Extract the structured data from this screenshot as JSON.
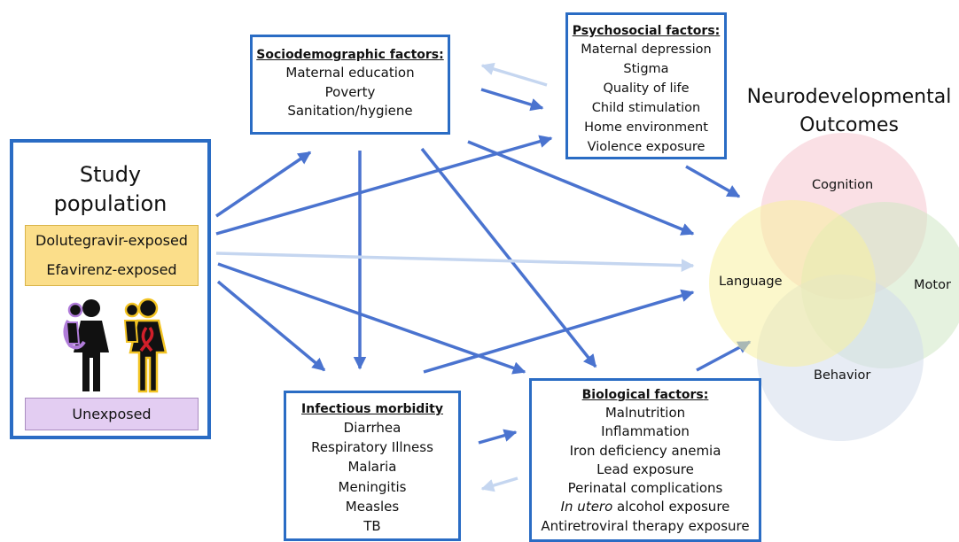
{
  "study_population": {
    "title_line1": "Study",
    "title_line2": "population",
    "exposed_groups": [
      "Dolutegravir-exposed",
      "Efavirenz-exposed"
    ],
    "unexposed": "Unexposed"
  },
  "sociodemographic": {
    "heading": "Sociodemographic factors",
    "items": [
      "Maternal education",
      "Poverty",
      "Sanitation/hygiene"
    ]
  },
  "psychosocial": {
    "heading": "Psychosocial factors",
    "items": [
      "Maternal depression",
      "Stigma",
      "Quality of life",
      "Child stimulation",
      "Home environment",
      "Violence exposure"
    ]
  },
  "infectious": {
    "heading": "Infectious morbidity",
    "items": [
      "Diarrhea",
      "Respiratory Illness",
      "Malaria",
      "Meningitis",
      "Measles",
      "TB"
    ]
  },
  "biological": {
    "heading": "Biological factors",
    "items": [
      "Malnutrition",
      "Inflammation",
      "Iron deficiency anemia",
      "Lead exposure",
      "Perinatal complications"
    ],
    "alcohol_italic": "In utero",
    "alcohol_rest": " alcohol exposure",
    "last_item": "Antiretroviral therapy exposure"
  },
  "outcomes": {
    "title_line1": "Neurodevelopmental",
    "title_line2": "Outcomes",
    "domains": [
      "Cognition",
      "Language",
      "Motor",
      "Behavior"
    ]
  },
  "colors": {
    "box_border": "#2a6cc4",
    "arrow": "#4a73cf",
    "arrow_faint": "#c5d6f0",
    "exposed_fill": "#fbde8a",
    "unexposed_fill": "#e3cdf2",
    "cognition": "#f5c6cf",
    "language": "#f8f0a0",
    "motor": "#cfe8c4",
    "behavior": "#d3ddeb"
  }
}
